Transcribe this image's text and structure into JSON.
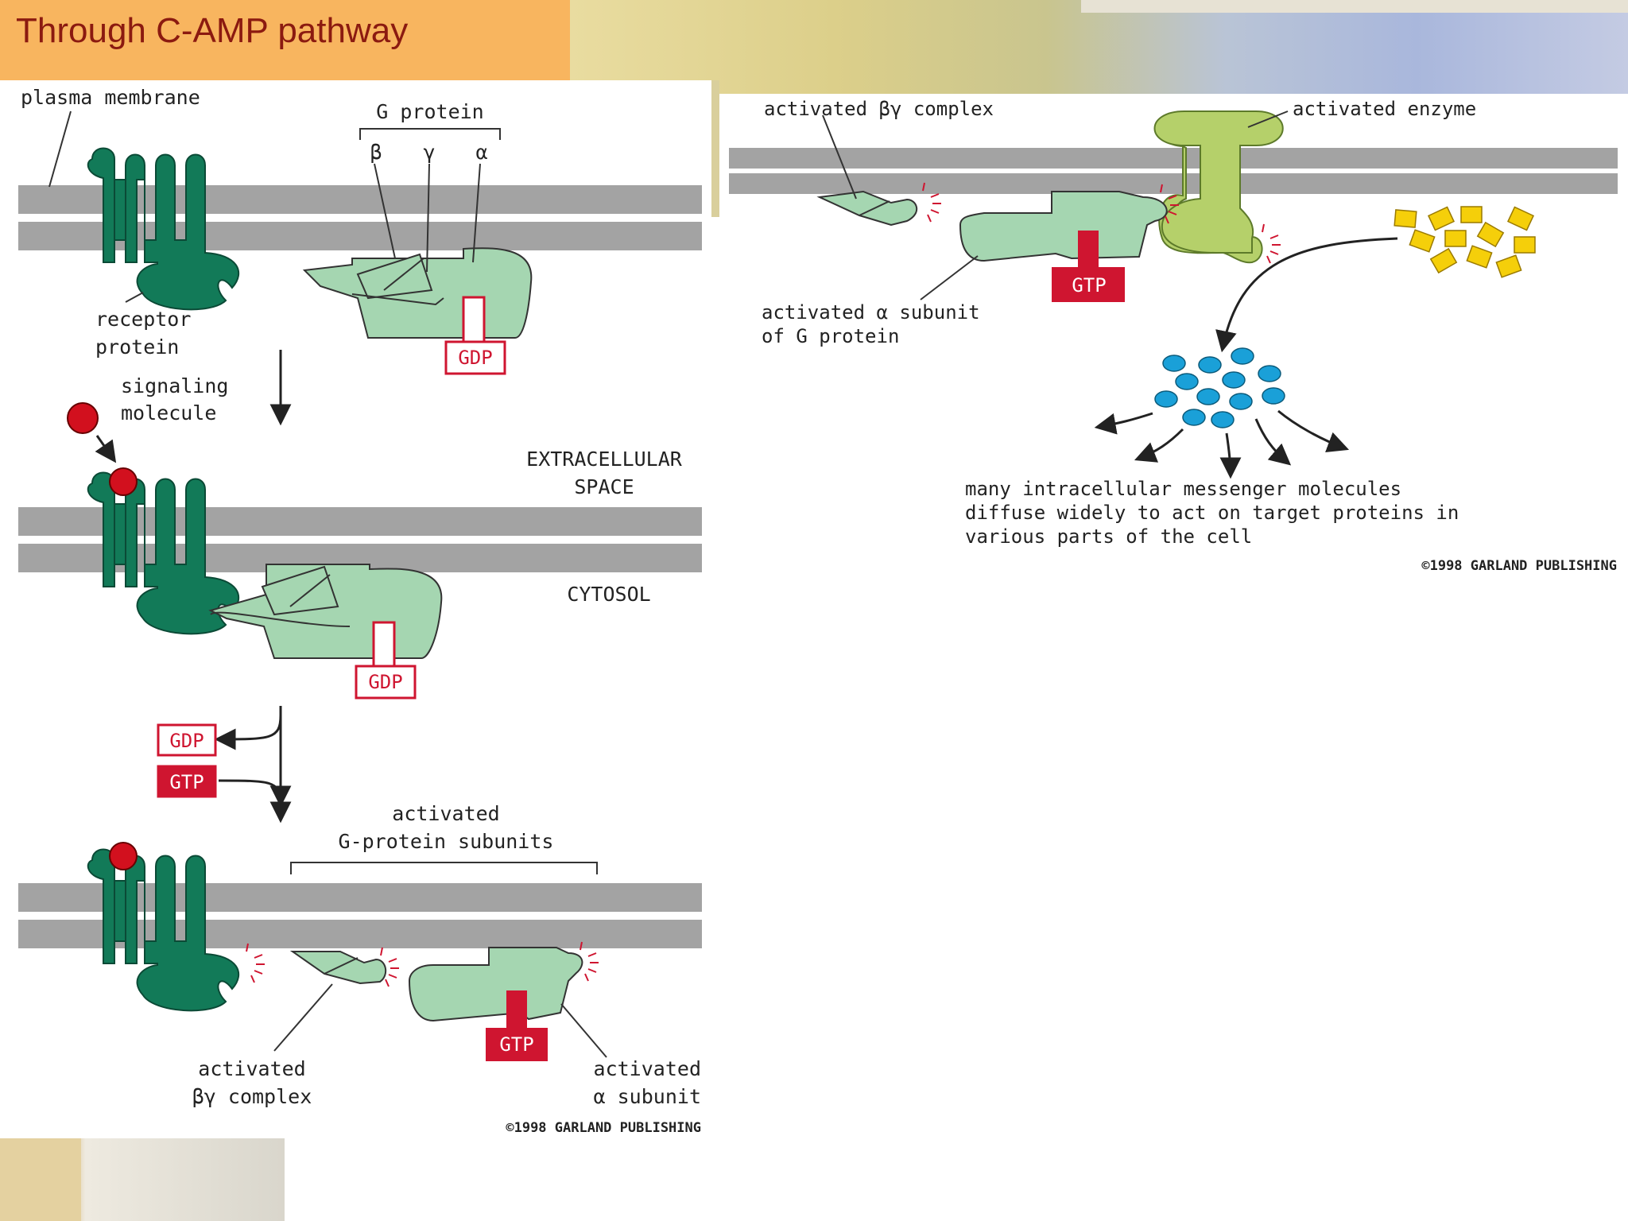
{
  "title": "Through C-AMP pathway",
  "colors": {
    "receptor": "#127a58",
    "g_protein": "#a5d6b1",
    "enzyme": "#b5d06a",
    "membrane": "#a3a3a3",
    "gtp": "#cf1530",
    "signal": "#d2101e",
    "messenger": "#1aa0d8",
    "substrate": "#f5cf0a",
    "title_bar": "#f8b55f",
    "title_text": "#8b1a10"
  },
  "left_diagram": {
    "plasma_membrane": "plasma membrane",
    "g_protein": "G protein",
    "beta": "β",
    "gamma": "γ",
    "alpha": "α",
    "receptor_line1": "receptor",
    "receptor_line2": "protein",
    "signaling_line1": "signaling",
    "signaling_line2": "molecule",
    "extracellular_line1": "EXTRACELLULAR",
    "extracellular_line2": "SPACE",
    "cytosol": "CYTOSOL",
    "gdp": "GDP",
    "gtp": "GTP",
    "activated_subunits_line1": "activated",
    "activated_subunits_line2": "G-protein subunits",
    "bg_complex_line1": "activated",
    "bg_complex_line2": "βγ complex",
    "alpha_subunit_line1": "activated",
    "alpha_subunit_line2": "α subunit",
    "copyright": "©1998 GARLAND PUBLISHING"
  },
  "right_diagram": {
    "bg_complex": "activated βγ complex",
    "enzyme": "activated enzyme",
    "alpha_line1": "activated α subunit",
    "alpha_line2": "of G protein",
    "gtp": "GTP",
    "messenger_line1": "many intracellular messenger molecules",
    "messenger_line2": "diffuse widely to act on target proteins in",
    "messenger_line3": "various parts of the cell",
    "copyright": "©1998 GARLAND PUBLISHING"
  }
}
